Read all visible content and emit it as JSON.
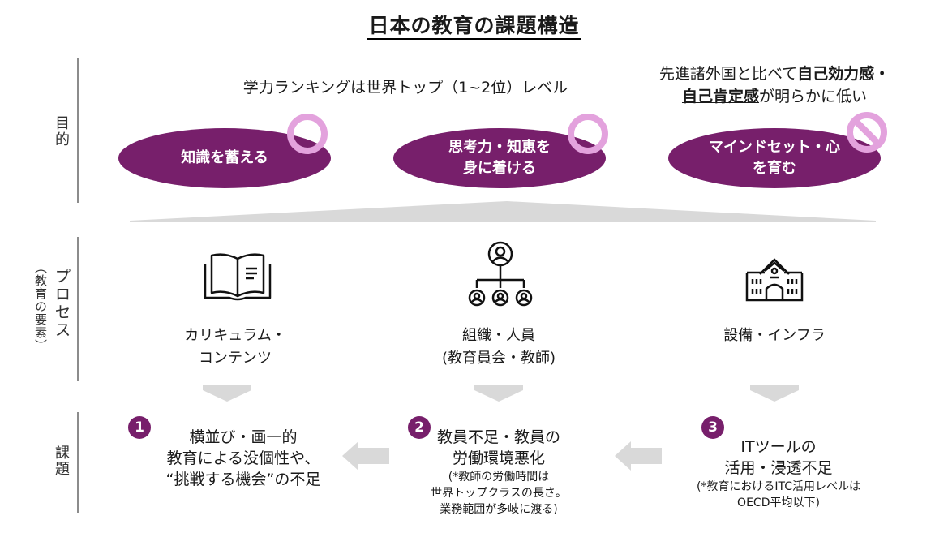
{
  "title": "日本の教育の課題構造",
  "rows": {
    "goal": {
      "label": "目的"
    },
    "process": {
      "label": "プロセス",
      "sublabel": "（教育の要素）"
    },
    "issues": {
      "label": "課題"
    }
  },
  "goals": {
    "caption_left": "学力ランキングは世界トップ（1~2位）レベル",
    "caption_right": {
      "line1_plain": "先進諸外国と比べて",
      "line1_bold": "自己効力感・",
      "line2_bold": "自己肯定感",
      "line2_plain": "が明らかに低い"
    },
    "items": [
      {
        "line1": "知識を蓄える",
        "line2": "",
        "mark": "circle-mark"
      },
      {
        "line1": "思考力・知恵を",
        "line2": "身に着ける",
        "mark": "circle-mark"
      },
      {
        "line1": "マインドセット・心",
        "line2": "を育む",
        "mark": "prohibited-mark"
      }
    ]
  },
  "process": {
    "items": [
      {
        "icon": "open-book-icon",
        "line1": "カリキュラム・",
        "line2": "コンテンツ"
      },
      {
        "icon": "org-chart-icon",
        "line1": "組織・人員",
        "line2": "(教育員会・教師)"
      },
      {
        "icon": "school-building-icon",
        "line1": "設備・インフラ",
        "line2": ""
      }
    ]
  },
  "issues": {
    "items": [
      {
        "number": "1",
        "main": [
          "横並び・画一的",
          "教育による没個性や、",
          "“挑戦する機会”の不足"
        ],
        "note": []
      },
      {
        "number": "2",
        "main": [
          "教員不足・教員の",
          "労働環境悪化"
        ],
        "note": [
          "(*教師の労働時間は",
          "世界トップクラスの長さ。",
          "業務範囲が多岐に渡る)"
        ]
      },
      {
        "number": "3",
        "main": [
          "ITツールの",
          "活用・浸透不足"
        ],
        "note": [
          "(*教育におけるITC活用レベルは",
          "OECD平均以下)"
        ]
      }
    ]
  },
  "colors": {
    "accent": "#771f6b",
    "mark": "#e3a2dd",
    "arrow": "#d9d9d9",
    "divider": "#8c8c8c"
  }
}
